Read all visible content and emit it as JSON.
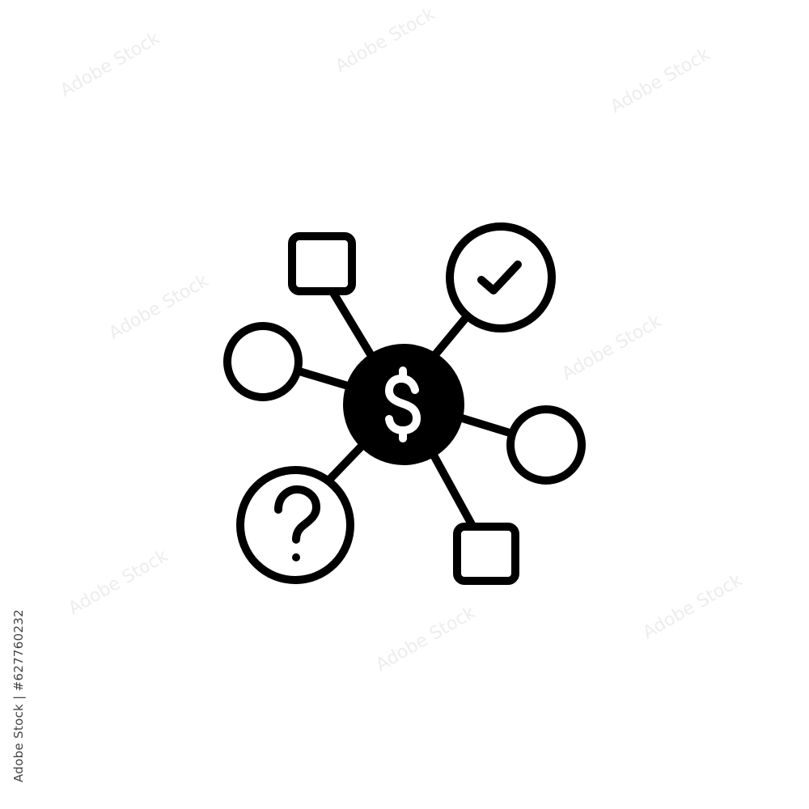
{
  "icon": {
    "name": "money-network-icon",
    "center_symbol": "$",
    "nodes": [
      {
        "shape": "square",
        "symbol": ""
      },
      {
        "shape": "circle",
        "symbol": "check-icon"
      },
      {
        "shape": "circle",
        "symbol": ""
      },
      {
        "shape": "circle",
        "symbol": ""
      },
      {
        "shape": "circle",
        "symbol": "question-icon"
      },
      {
        "shape": "square",
        "symbol": ""
      }
    ],
    "stroke_color": "#000000",
    "fill_color": "#000000",
    "background_color": "#ffffff"
  },
  "stock": {
    "id_text": "Adobe Stock | #627760232",
    "watermark_word": "Adobe Stock"
  }
}
